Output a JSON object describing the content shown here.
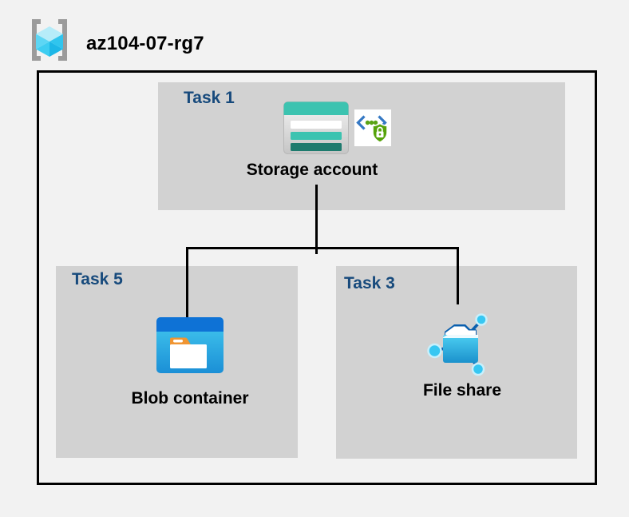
{
  "resource_group": {
    "name": "az104-07-rg7",
    "icon": "resource-group-icon"
  },
  "tasks": [
    {
      "label": "Task 1",
      "resource": "Storage account",
      "icons": [
        "storage-account-icon",
        "secure-access-icon"
      ]
    },
    {
      "label": "Task 5",
      "resource": "Blob container",
      "icons": [
        "blob-container-icon"
      ]
    },
    {
      "label": "Task 3",
      "resource": "File share",
      "icons": [
        "file-share-icon"
      ]
    }
  ],
  "connections": [
    {
      "from": "Storage account",
      "to": "Blob container"
    },
    {
      "from": "Storage account",
      "to": "File share"
    }
  ],
  "colors": {
    "background": "#f2f2f2",
    "task_box_fill": "#d2d2d2",
    "task_label": "#174a7c",
    "outline_black": "#000000",
    "storage_teal": "#3cc3b0",
    "storage_teal_dark": "#1e7b6e",
    "azure_blue": "#0e72d6",
    "cyan": "#37c7f2",
    "shield_green": "#56a30a",
    "folder_tab_orange": "#f09532",
    "bracket_gray": "#9b9b9b"
  }
}
